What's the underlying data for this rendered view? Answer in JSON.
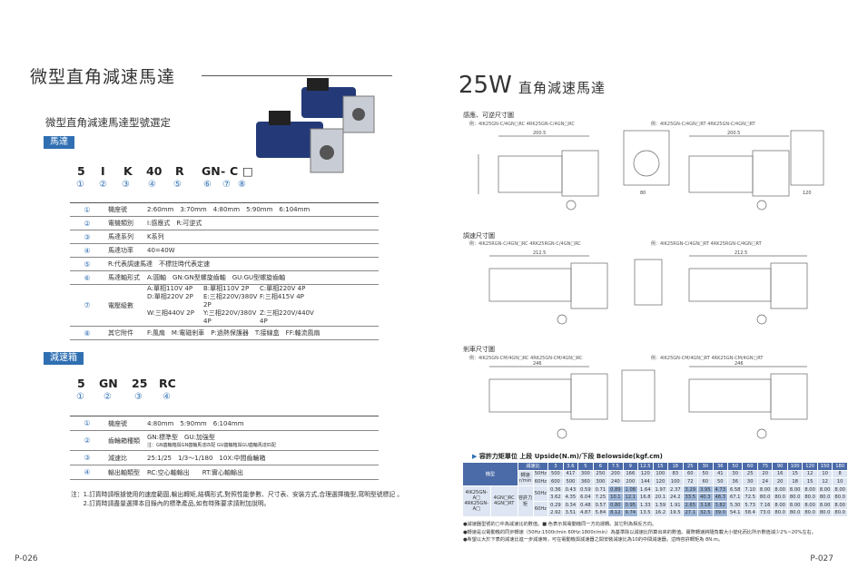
{
  "left_page": {
    "title": "微型直角減速馬達",
    "subtitle": "微型直角減速馬達型號選定",
    "motor_tag": "馬達",
    "motor_code": [
      "5",
      "I",
      "K",
      "40",
      "R",
      "GN",
      "-",
      "C",
      "□"
    ],
    "motor_code_nums": [
      "①",
      "②",
      "③",
      "④",
      "⑤",
      "⑥",
      "⑦",
      "⑧"
    ],
    "motor_specs": [
      {
        "n": "①",
        "label": "機座號",
        "value": "2:60mm　3:70mm　4:80mm　5:90mm　6:104mm"
      },
      {
        "n": "②",
        "label": "電機類別",
        "value": "I:感應式　R:可逆式"
      },
      {
        "n": "③",
        "label": "馬達系列",
        "value": "K系列"
      },
      {
        "n": "④",
        "label": "馬達功率",
        "value": "40=40W"
      },
      {
        "n": "⑤",
        "label": "",
        "value": "R:代表調速馬達　不標註時代表定速"
      },
      {
        "n": "⑥",
        "label": "馬達軸形式",
        "value": "A:圓軸　GN:GN型螺旋齒軸　GU:GU型螺旋齒軸"
      },
      {
        "n": "⑦",
        "label": "電壓級數",
        "voltages": [
          "A:單相110V 4P",
          "B:單相110V 2P",
          "C:單相220V 4P",
          "D:單相220V 2P",
          "E:三相220V/380V 2P",
          "F:三相415V 4P",
          "W:三相440V 2P",
          "Y:三相220V/380V 4P",
          "Z:三相220V/440V 4P"
        ]
      },
      {
        "n": "⑧",
        "label": "其它附件",
        "value": "F:風扇　M:電磁剎車　P:過熱保護器　T:接線盒　FF:軸流風扇"
      }
    ],
    "gear_tag": "減速箱",
    "gear_code": [
      "5",
      "GN",
      "25",
      "RC"
    ],
    "gear_code_nums": [
      "①",
      "②",
      "③",
      "④"
    ],
    "gear_specs": [
      {
        "n": "①",
        "label": "機座號",
        "value": "4:80mm　5:90mm　6:104mm"
      },
      {
        "n": "②",
        "label": "齒輪箱種類",
        "value": "GN:標準型　GU:加強型",
        "note": "注：GN齒輪箱與GN齒輪馬達匹配 GU齒輪箱與GU齒輪馬達匹配"
      },
      {
        "n": "③",
        "label": "減速比",
        "value": "25:1/25　1/3～1/180　10X:中間齒輪箱"
      },
      {
        "n": "④",
        "label": "輸出軸類型",
        "value": "RC:空心軸輸出　　RT:實心軸輸出"
      }
    ],
    "notes": [
      "注：1.訂貨時請根據使用的速度範圍,輸出轉矩,結構形式,對照性能參數、尺寸表、安裝方式,合理選擇機型,寫明型號標記 。",
      "　　2.訂貨時請盡量選擇本目錄內的標準產品,如有特殊要求請附加說明。"
    ],
    "page_no": "P-026"
  },
  "right_page": {
    "title_big": "25W",
    "title_small": "直角減速馬達",
    "sections": [
      {
        "title": "感應、可逆尺寸圖",
        "ex_left": "例：4IK25GN-C/4GN□RC 4RK25GN-C/4GN□RC",
        "ex_right": "例：4IK25GN-C/4GN□RT 4RK25GN-C/4GN□RT"
      },
      {
        "title": "調速尺寸圖",
        "ex_left": "例：4IK25RGN-C/4GN□RC 4RK25RGN-C/4GN□RC",
        "ex_right": "例：4IK25RGN-C/4GN□RT 4RK25RGN-C/4GN□RT"
      },
      {
        "title": "剎車尺寸圖",
        "ex_left": "例：4IK25GN-CM/4GN□RC 4RK25GN-CM/4GN□RC",
        "ex_right": "例：4IK25GN-CM/4GN□RT 4RK25GN-CM/4GN□RT"
      }
    ],
    "dims": {
      "d1": "200.5",
      "d2": "212.5",
      "d3": "246",
      "d4": "120",
      "d5": "80"
    },
    "torque_title": "容許力矩單位 上段 Upside(N.m)/下段 Belowside(kgf.cm)",
    "torque": {
      "model_label": "機型",
      "ratio_label": "減速比",
      "speed_label": "轉速 r/min",
      "ratios": [
        "3",
        "3.6",
        "5",
        "6",
        "7.5",
        "9",
        "12.5",
        "15",
        "18",
        "25",
        "30",
        "36",
        "50",
        "60",
        "75",
        "90",
        "100",
        "120",
        "150",
        "180"
      ],
      "speed50": [
        "500",
        "417",
        "300",
        "250",
        "200",
        "166",
        "120",
        "100",
        "83",
        "60",
        "50",
        "41",
        "30",
        "25",
        "20",
        "16",
        "15",
        "12",
        "10",
        "8"
      ],
      "speed60": [
        "600",
        "500",
        "360",
        "300",
        "240",
        "200",
        "144",
        "120",
        "100",
        "72",
        "60",
        "50",
        "36",
        "30",
        "24",
        "20",
        "18",
        "15",
        "12",
        "10"
      ],
      "models": [
        "4IK25GN-A□",
        "4RK25GN-A□"
      ],
      "gear": "4GN□RC 4GN□RT",
      "torque_label": "容許力矩",
      "rows": [
        {
          "hz": "50Hz",
          "v": [
            "0.36",
            "0.43",
            "0.59",
            "0.71",
            "0.89",
            "1.08",
            "1.64",
            "1.97",
            "2.37",
            "3.29",
            "3.95",
            "4.73",
            "6.58",
            "7.10",
            "8.00",
            "8.00",
            "8.00",
            "8.00",
            "8.00",
            "8.00"
          ]
        },
        {
          "hz": "",
          "v": [
            "3.62",
            "4.35",
            "6.04",
            "7.25",
            "10.1",
            "12.1",
            "16.8",
            "20.1",
            "24.2",
            "33.5",
            "40.3",
            "48.3",
            "67.1",
            "72.5",
            "80.0",
            "80.0",
            "80.0",
            "80.0",
            "80.0",
            "80.0"
          ]
        },
        {
          "hz": "60Hz",
          "v": [
            "0.29",
            "0.34",
            "0.48",
            "0.57",
            "0.80",
            "0.95",
            "1.33",
            "1.59",
            "1.91",
            "2.65",
            "3.18",
            "3.82",
            "5.30",
            "5.73",
            "7.16",
            "8.00",
            "8.00",
            "8.00",
            "8.00",
            "8.00"
          ]
        },
        {
          "hz": "",
          "v": [
            "2.92",
            "3.51",
            "4.87",
            "5.84",
            "8.12",
            "9.74",
            "13.5",
            "16.2",
            "19.5",
            "27.1",
            "32.5",
            "39.0",
            "54.1",
            "58.4",
            "73.0",
            "80.0",
            "80.0",
            "80.0",
            "80.0",
            "80.0"
          ]
        }
      ]
    },
    "notes": [
      "●減速器型號的□中為減速比的數值。■ 色表示與電動機同一方向運轉。其它則為相反方向。",
      "●轉速是以電動機的同步轉速（50Hz:1500r/min 60Hz:1800r/min）為基準除以減速比所算出來的數值。實際轉速將隨負載大小變化而比所示數值減少2%~20%左右。",
      "●希望以大於下表的減速比進一步減速時，可在電動機與減速器之間安裝減速比為10的中間減速器。這時容許轉矩為 8N.m。"
    ],
    "page_no": "P-027"
  },
  "colors": {
    "accent": "#2f6fb2",
    "motor_blue": "#243a78",
    "table_head": "#4a6aa8",
    "table_cell": "#dde6f2",
    "table_hl": "#9eb6d8"
  }
}
